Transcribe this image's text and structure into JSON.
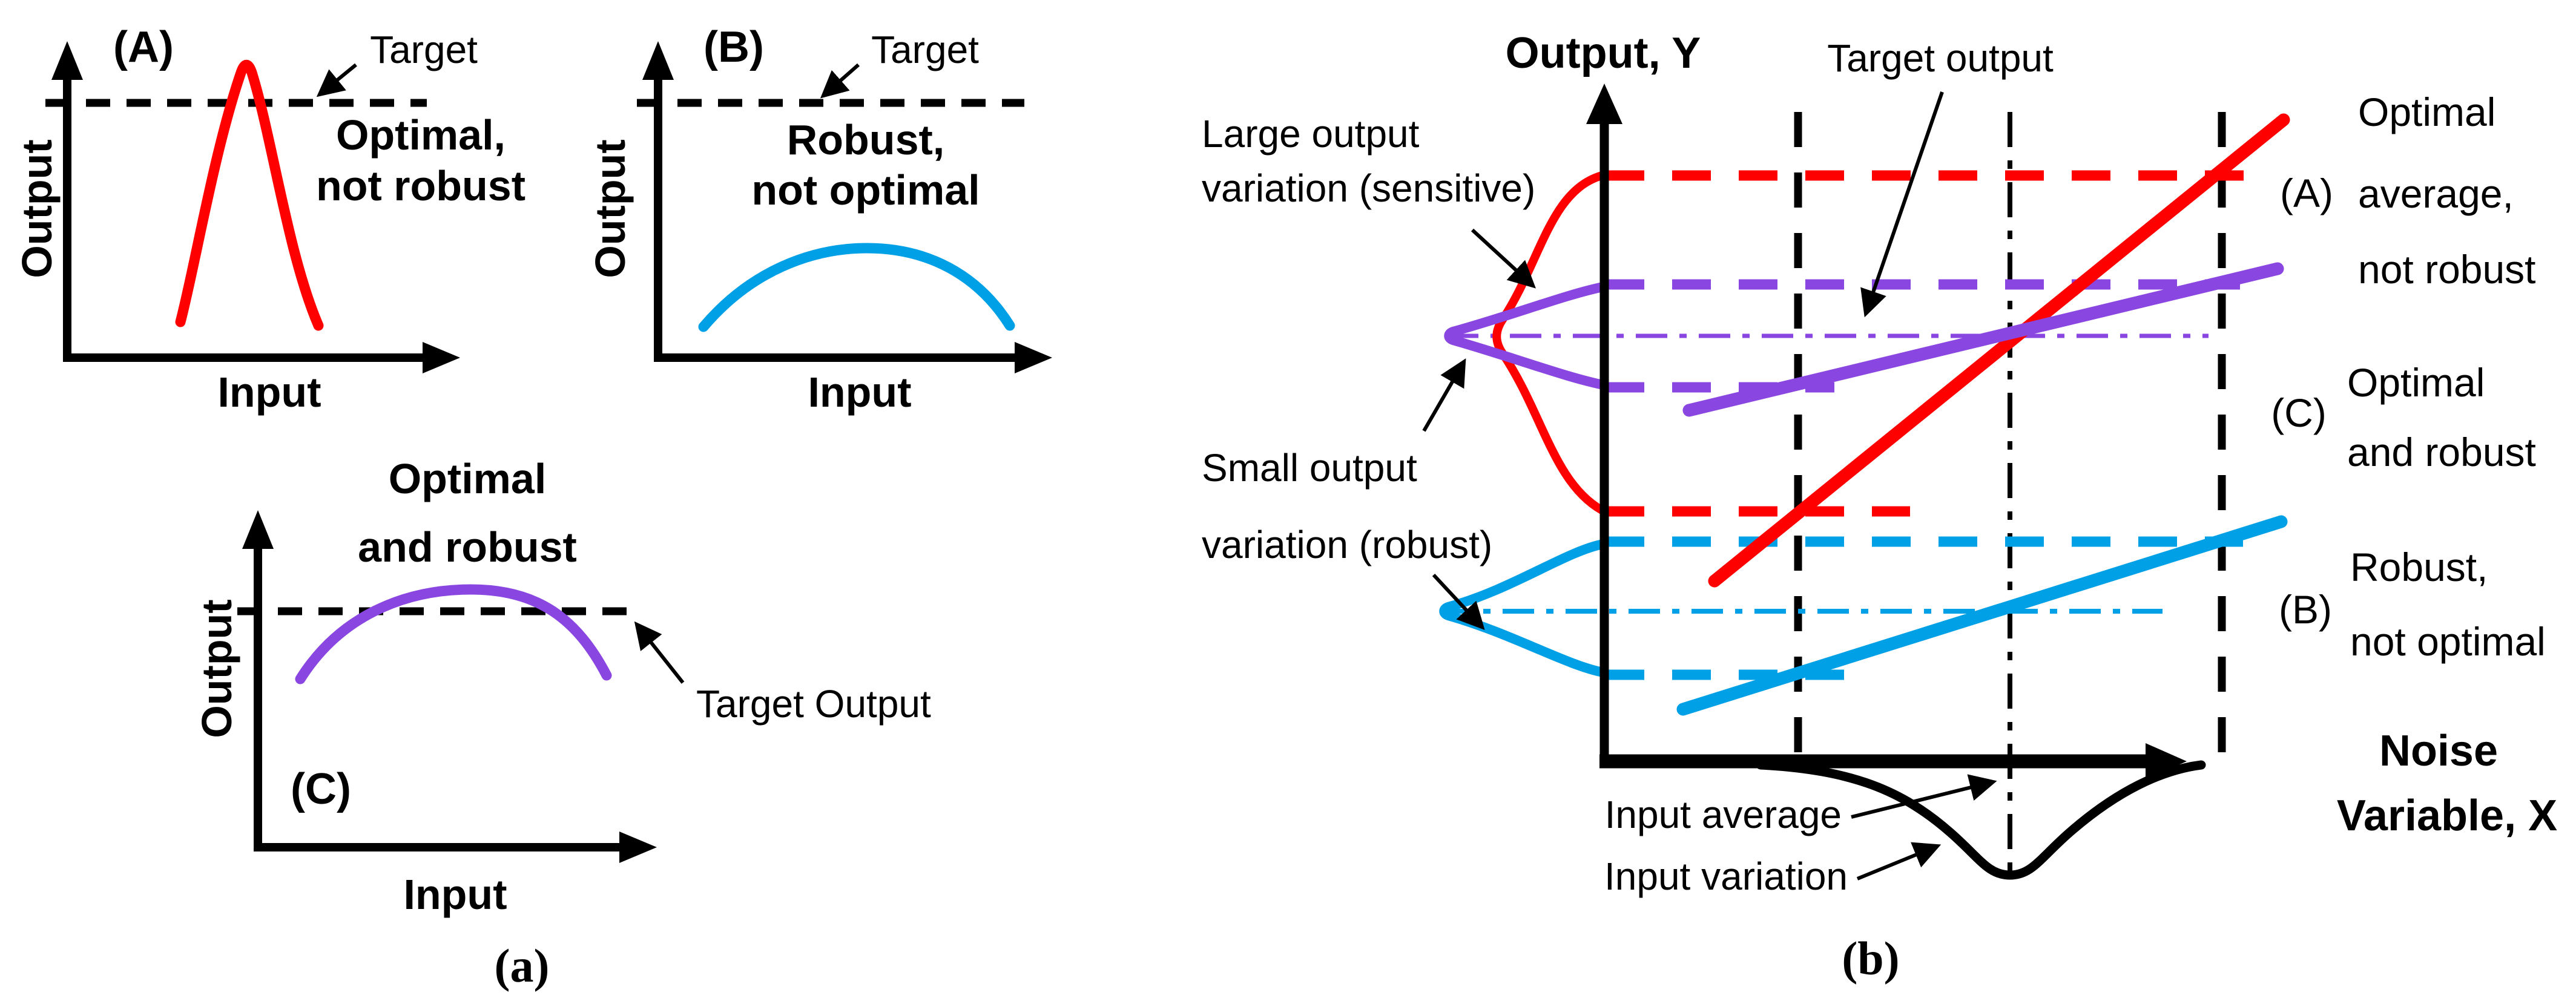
{
  "colors": {
    "red": "#FF0000",
    "cyan": "#00A0E6",
    "purple": "#8A46E0",
    "black": "#000000"
  },
  "panel_a": {
    "tag": "(A)",
    "target_label": "Target",
    "note_line1": "Optimal,",
    "note_line2": "not robust",
    "ylabel": "Output",
    "xlabel": "Input"
  },
  "panel_b": {
    "tag": "(B)",
    "target_label": "Target",
    "note_line1": "Robust,",
    "note_line2": "not optimal",
    "ylabel": "Output",
    "xlabel": "Input"
  },
  "panel_c": {
    "tag": "(C)",
    "target_label": "Target  Output",
    "note_line1": "Optimal",
    "note_line2": "and robust",
    "ylabel": "Output",
    "xlabel": "Input"
  },
  "panel_d": {
    "ylabel": "Output, Y",
    "target_label": "Target output",
    "large_variation_line1": "Large output",
    "large_variation_line2": "variation (sensitive)",
    "small_variation_line1": "Small output",
    "small_variation_line2": "variation (robust)",
    "input_average_label": "Input average",
    "input_variation_label": "Input variation",
    "xlabel_line1": "Noise",
    "xlabel_line2": "Variable, X",
    "series_a_tag": "(A)",
    "series_a_line1": "Optimal",
    "series_a_line2": "average,",
    "series_a_line3": "not robust",
    "series_c_tag": "(C)",
    "series_c_line1": "Optimal",
    "series_c_line2": "and robust",
    "series_b_tag": "(B)",
    "series_b_line1": "Robust,",
    "series_b_line2": "not optimal"
  },
  "captions": {
    "a": "(a)",
    "b": "(b)"
  }
}
